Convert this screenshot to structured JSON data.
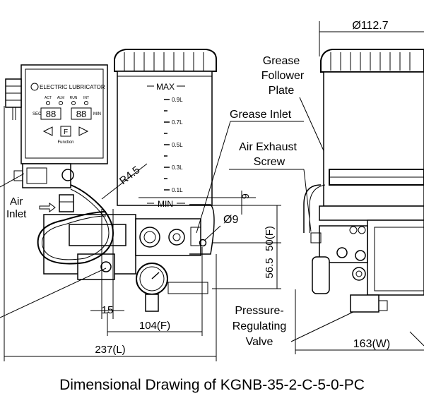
{
  "labels": {
    "diameter_top": "Ø112.7",
    "grease_follower_plate": [
      "Grease",
      "Follower",
      "Plate"
    ],
    "grease_inlet": "Grease Inlet",
    "air_exhaust_screw": [
      "Air Exhaust",
      "Screw"
    ],
    "radius": "R4.5",
    "air_inlet": [
      "Air",
      "Inlet"
    ],
    "dim_9": "9",
    "diameter_9": "Ø9",
    "dim_50f": "50(F)",
    "dim_56_5": "56.5",
    "dim_15": "15",
    "dim_104f": "104(F)",
    "dim_237l": "237(L)",
    "dim_163w": "163(W)",
    "pressure_valve": [
      "Pressure-",
      "Regulating",
      "Valve"
    ],
    "max": "MAX",
    "min": "MIN",
    "scale": [
      "0.9L",
      "0.7L",
      "0.5L",
      "0.3L",
      "0.1L"
    ]
  },
  "panel": {
    "title": "ELECTRIC LUBRICATOR",
    "leds": [
      "ACT",
      "ALM",
      "RUN",
      "INT"
    ],
    "sec": "SEC",
    "min": "MIN",
    "digits_left": "88",
    "digits_right": "88",
    "function_key": "F",
    "function_label": "Function"
  },
  "caption": "Dimensional Drawing of KGNB-35-2-C-5-0-PC"
}
